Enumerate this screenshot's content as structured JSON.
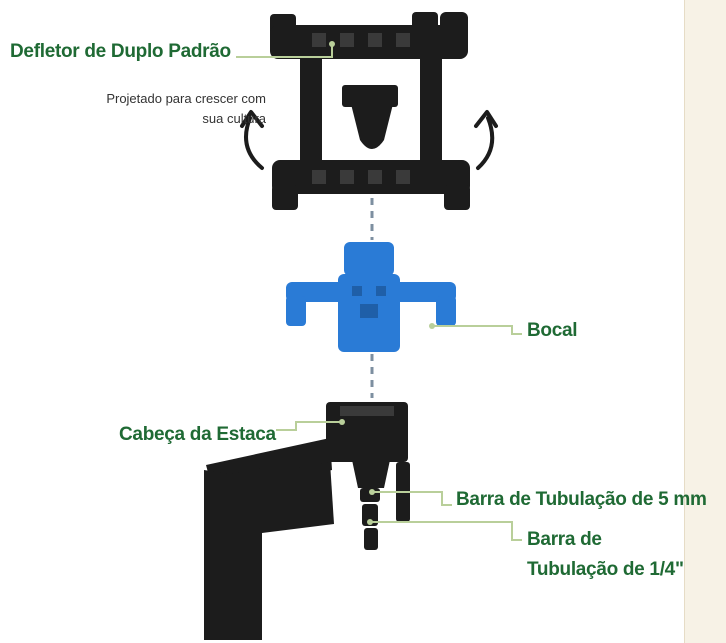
{
  "labels": {
    "deflector": "Defletor de Duplo Padrão",
    "deflector_caption": "Projetado para crescer com sua cultura",
    "nozzle": "Bocal",
    "stake_head": "Cabeça da Estaca",
    "tube_5mm": "Barra de Tubulação de 5 mm",
    "tube_quarter": "Barra de Tubulação de 1/4\""
  },
  "colors": {
    "label_green": "#1f6a34",
    "leader_line": "#b9cf9a",
    "part_black": "#1c1c1c",
    "nozzle_blue": "#2a7bd6",
    "dash_gray": "#7d8fa0",
    "sidebar": "#f7f2e6"
  },
  "icons": [
    "rotate-left-arrow-icon",
    "rotate-right-arrow-icon"
  ]
}
